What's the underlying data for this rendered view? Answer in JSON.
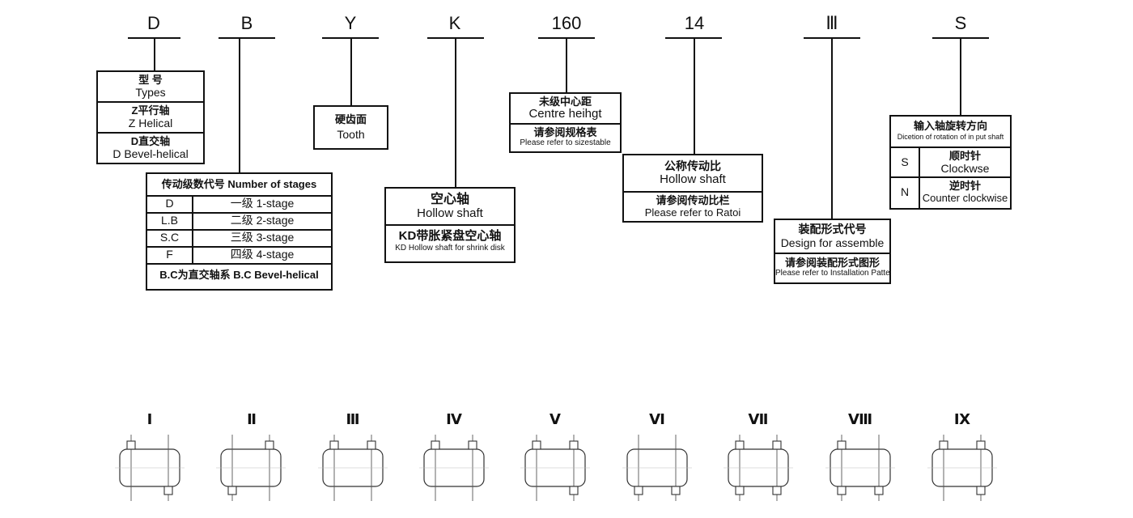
{
  "codes": [
    "D",
    "B",
    "Y",
    "K",
    "160",
    "14",
    "Ⅲ",
    "S"
  ],
  "type_box": {
    "rows": [
      {
        "cn": "型 号",
        "en": "Types"
      },
      {
        "cn": "Z平行轴",
        "en": "Z Helical"
      },
      {
        "cn": "D直交轴",
        "en": "D Bevel-helical"
      }
    ]
  },
  "stages_box": {
    "header": "传动级数代号 Number of stages",
    "rows": [
      {
        "code": "D",
        "desc": "一级  1-stage"
      },
      {
        "code": "L.B",
        "desc": "二级  2-stage"
      },
      {
        "code": "S.C",
        "desc": "三级  3-stage"
      },
      {
        "code": "F",
        "desc": "四级  4-stage"
      }
    ],
    "footer": "B.C为直交轴系 B.C Bevel-helical"
  },
  "tooth_box": {
    "cn": "硬齿面",
    "en": "Tooth"
  },
  "hollow_box": {
    "cn": "空心轴",
    "en": "Hollow shaft",
    "kd_cn": "KD带胀紧盘空心轴",
    "kd_en": "KD Hollow shaft for shrink disk"
  },
  "centre_box": {
    "cn": "未级中心距",
    "en": "Centre heihgt",
    "ref_cn": "请参阅规格表",
    "ref_en": "Please refer to sizestable"
  },
  "ratio_box": {
    "cn": "公称传动比",
    "en": "Hollow shaft",
    "ref_cn": "请参阅传动比栏",
    "ref_en": "Please refer to Ratoi"
  },
  "assembly_box": {
    "cn": "装配形式代号",
    "en": "Design for assemble",
    "ref_cn": "请参阅装配形式图形",
    "ref_en": "Please refer to Installation Pattern"
  },
  "rotation_box": {
    "cn": "输入轴旋转方向",
    "en": "Dicetion of rotation of in put shaft",
    "rows": [
      {
        "code": "S",
        "cn": "顺时针",
        "en": "Clockwse"
      },
      {
        "code": "N",
        "cn": "逆时针",
        "en": "Counter clockwise"
      }
    ]
  },
  "patterns": [
    "Ⅰ",
    "Ⅱ",
    "Ⅲ",
    "Ⅳ",
    "Ⅴ",
    "Ⅵ",
    "Ⅶ",
    "Ⅷ",
    "Ⅸ"
  ]
}
